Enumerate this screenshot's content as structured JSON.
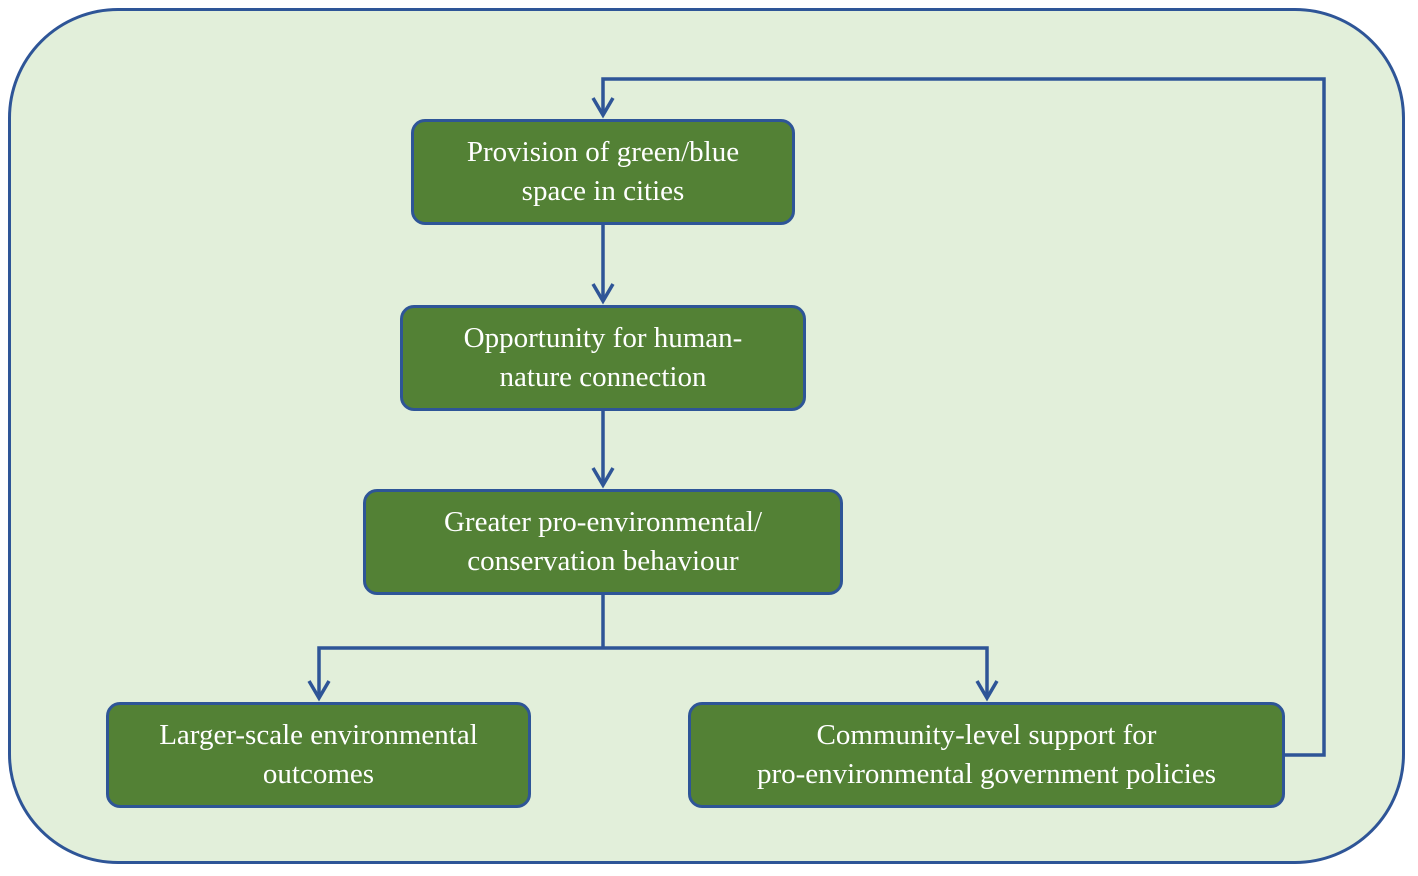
{
  "diagram": {
    "nodes": [
      {
        "id": "n1",
        "text": "Provision of green/blue\nspace in cities"
      },
      {
        "id": "n2",
        "text": "Opportunity for human-\nnature connection"
      },
      {
        "id": "n3",
        "text": "Greater pro-environmental/\nconservation behaviour"
      },
      {
        "id": "n4",
        "text": "Larger-scale environmental\noutcomes"
      },
      {
        "id": "n5",
        "text": "Community-level support for\npro-environmental government policies"
      }
    ],
    "edges": [
      {
        "from": "n1",
        "to": "n2"
      },
      {
        "from": "n2",
        "to": "n3"
      },
      {
        "from": "n3",
        "to": "n4"
      },
      {
        "from": "n3",
        "to": "n5"
      },
      {
        "from": "n5",
        "to": "n1"
      }
    ],
    "colors": {
      "background": "#e2efda",
      "node_fill": "#538135",
      "outline": "#2e5597",
      "node_text": "#ffffff"
    }
  }
}
